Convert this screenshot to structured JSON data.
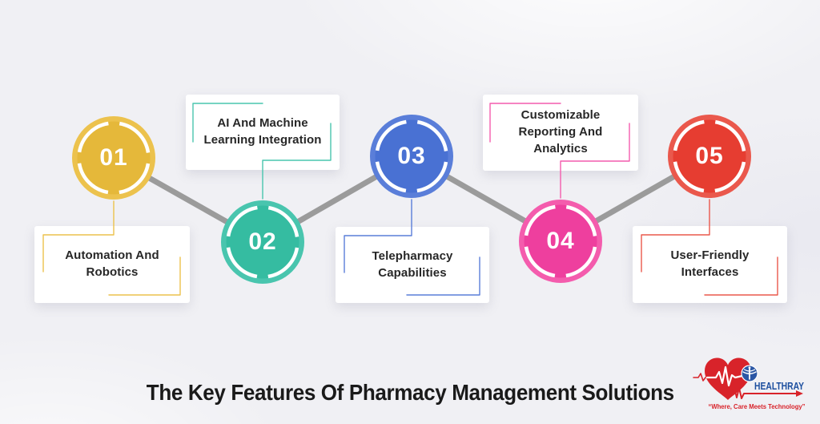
{
  "title": "The Key Features Of Pharmacy Management Solutions",
  "features": [
    {
      "number": "01",
      "label": "Automation And Robotics",
      "color": "#ECC24D",
      "color_dark": "#E5B83A"
    },
    {
      "number": "02",
      "label": "AI And Machine Learning Integration",
      "color": "#49C5AE",
      "color_dark": "#35BCA1"
    },
    {
      "number": "03",
      "label": "Telepharmacy Capabilities",
      "color": "#5A7ED9",
      "color_dark": "#4971D3"
    },
    {
      "number": "04",
      "label": "Customizable Reporting And Analytics",
      "color": "#F45CAD",
      "color_dark": "#EE3F9E"
    },
    {
      "number": "05",
      "label": "User-Friendly Interfaces",
      "color": "#EA584C",
      "color_dark": "#E63D31"
    }
  ],
  "timeline": {
    "connector_color": "#9B9B9B"
  },
  "logo": {
    "name": "HEALTHRAY",
    "tagline": "“Where, Care Meets Technology”",
    "brand_blue": "#1D4F9F",
    "brand_red": "#D8232A",
    "emblem_blue": "#2B57A5"
  }
}
